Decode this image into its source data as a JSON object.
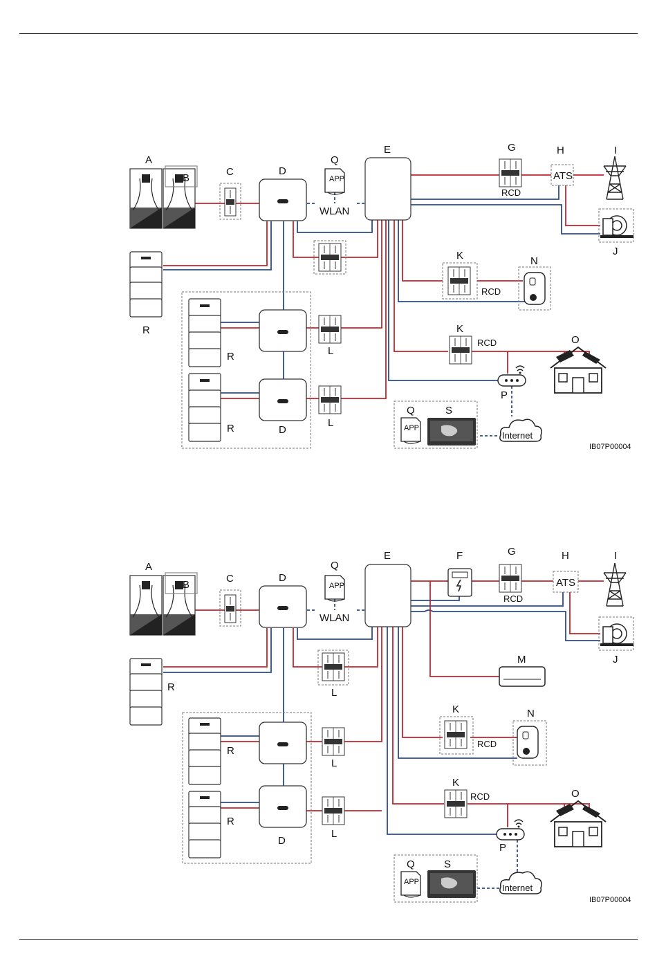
{
  "labels": {
    "A": "A",
    "B": "B",
    "C": "C",
    "D": "D",
    "E": "E",
    "F": "F",
    "G": "G",
    "H": "H",
    "I": "I",
    "J": "J",
    "K": "K",
    "L": "L",
    "M": "M",
    "N": "N",
    "O": "O",
    "P": "P",
    "Q": "Q",
    "R": "R",
    "S": "S"
  },
  "text": {
    "wlan": "WLAN",
    "ats": "ATS",
    "rcd": "RCD",
    "app": "APP",
    "internet": "Internet"
  },
  "fig1_code": "IB07P00004",
  "fig2_code": "IB07P00004",
  "colors": {
    "ac_line": "#c0262d",
    "comm_line": "#2b4a94"
  }
}
